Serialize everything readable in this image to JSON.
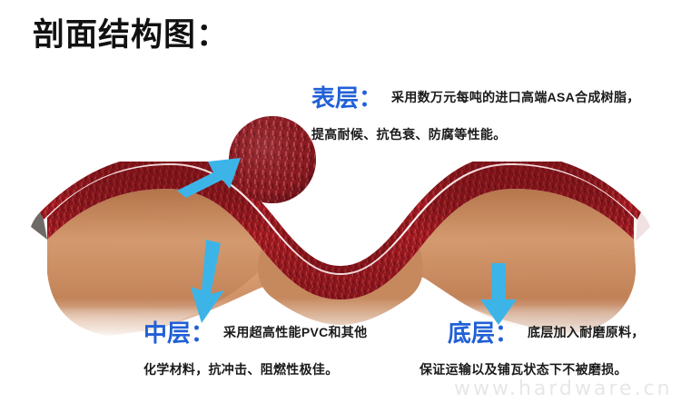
{
  "page": {
    "title": "剖面结构图：",
    "watermark": "www.hardware.cn",
    "background_color": "#ffffff"
  },
  "colors": {
    "heading_blue": "#2160d6",
    "arrow_cyan": "#3cb4e8",
    "surface_red": "#b01b22",
    "surface_red_dark": "#7d1118",
    "middle_layer": "#f3e0e2",
    "bottom_layer": "#c08257",
    "body_text": "#1a1a1a",
    "title_text": "#111111",
    "watermark_gray": "#e7e7e7"
  },
  "annotations": [
    {
      "id": "surface-layer",
      "heading": "表层：",
      "line1": "采用数万元每吨的进口高端ASA合成树脂，",
      "line2": "提高耐候、抗色衰、防腐等性能。"
    },
    {
      "id": "middle-layer",
      "heading": "中层：",
      "line1": "采用超高性能PVC和其他",
      "line2": "化学材料，抗冲击、阻燃性极佳。"
    },
    {
      "id": "bottom-layer",
      "heading": "底层：",
      "line1": "底层加入耐磨原料，",
      "line2": "保证运输以及铺瓦状态下不被磨损。"
    }
  ],
  "diagram": {
    "type": "cross-section-illustration",
    "description": "corrugated roof tile cross section with three layers",
    "layers": [
      {
        "name": "surface",
        "label": "表层",
        "color": "#b01b22",
        "texture": "granular-red"
      },
      {
        "name": "middle",
        "label": "中层",
        "color": "#f3e0e2",
        "texture": "smooth-white"
      },
      {
        "name": "bottom",
        "label": "底层",
        "color": "#c08257",
        "texture": "smooth-tan"
      }
    ],
    "detail_circle": {
      "name": "surface-texture-closeup",
      "color": "#9c2028"
    },
    "arrows": [
      {
        "name": "arrow-to-detail-circle",
        "direction": "up-right",
        "color": "#3cb4e8"
      },
      {
        "name": "arrow-to-middle-layer",
        "direction": "down",
        "color": "#3cb4e8"
      },
      {
        "name": "arrow-to-bottom-layer",
        "direction": "down",
        "color": "#3cb4e8"
      }
    ]
  }
}
